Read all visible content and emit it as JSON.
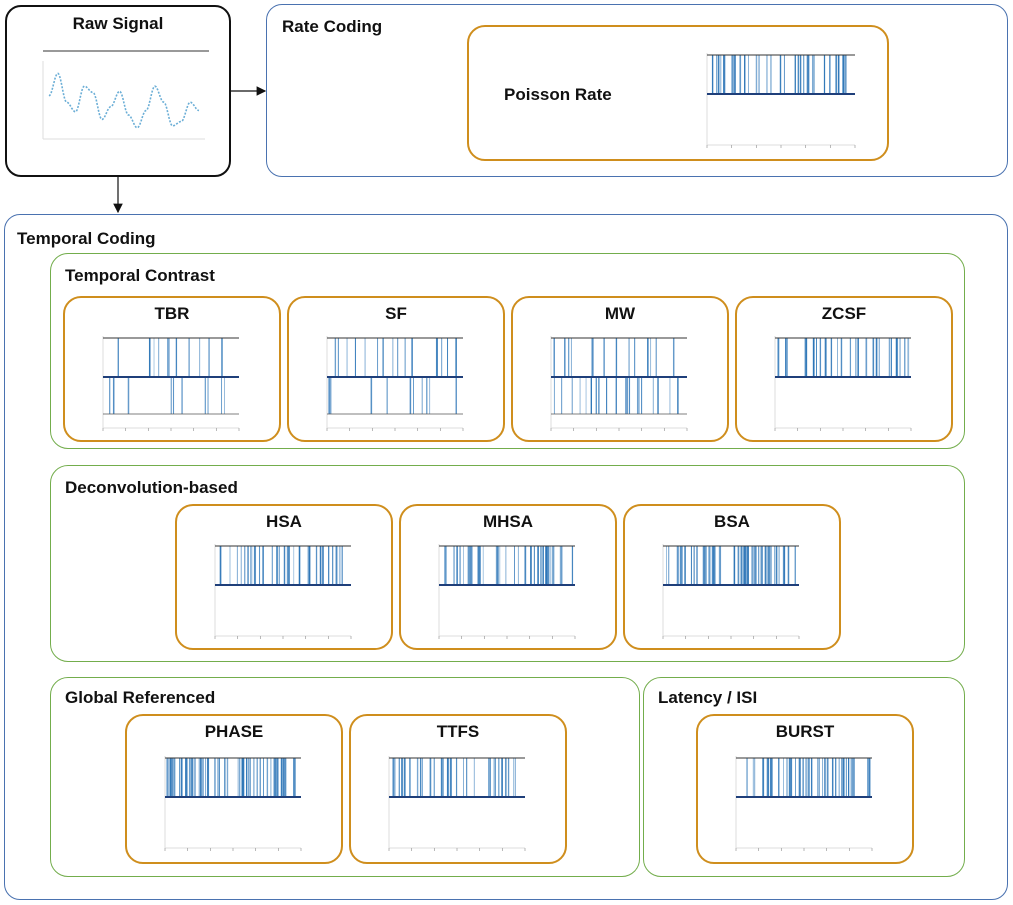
{
  "raw_signal": {
    "title": "Raw Signal",
    "color": "#6baed6",
    "samples": [
      0.55,
      0.9,
      0.45,
      0.3,
      0.7,
      0.6,
      0.18,
      0.38,
      0.62,
      0.25,
      0.05,
      0.32,
      0.7,
      0.45,
      0.08,
      0.15,
      0.45,
      0.32
    ]
  },
  "rate_coding": {
    "title": "Rate Coding",
    "poisson": {
      "label": "Poisson Rate",
      "style": "up",
      "density": 0.55,
      "seed": 3
    }
  },
  "temporal_coding": {
    "title": "Temporal Coding",
    "temporal_contrast": {
      "title": "Temporal Contrast",
      "methods": [
        {
          "name": "TBR",
          "style": "bipolar",
          "density": 0.18,
          "seed": 11
        },
        {
          "name": "SF",
          "style": "bipolar",
          "density": 0.3,
          "seed": 12
        },
        {
          "name": "MW",
          "style": "bipolar",
          "density": 0.4,
          "seed": 13
        },
        {
          "name": "ZCSF",
          "style": "up",
          "density": 0.35,
          "seed": 14
        }
      ]
    },
    "deconvolution": {
      "title": "Deconvolution-based",
      "methods": [
        {
          "name": "HSA",
          "style": "up",
          "density": 0.45,
          "seed": 21
        },
        {
          "name": "MHSA",
          "style": "up",
          "density": 0.55,
          "seed": 22
        },
        {
          "name": "BSA",
          "style": "up",
          "density": 0.7,
          "seed": 23
        }
      ]
    },
    "global_referenced": {
      "title": "Global Referenced",
      "methods": [
        {
          "name": "PHASE",
          "style": "up",
          "density": 0.7,
          "seed": 31
        },
        {
          "name": "TTFS",
          "style": "up",
          "density": 0.45,
          "seed": 32
        }
      ]
    },
    "latency_isi": {
      "title": "Latency / ISI",
      "methods": [
        {
          "name": "BURST",
          "style": "up",
          "density": 0.6,
          "seed": 41
        }
      ]
    }
  },
  "colors": {
    "spike": "#2f77b8",
    "frame_outer": "#4a72b0",
    "frame_group": "#73ad4c",
    "frame_card": "#cf8e1d"
  }
}
